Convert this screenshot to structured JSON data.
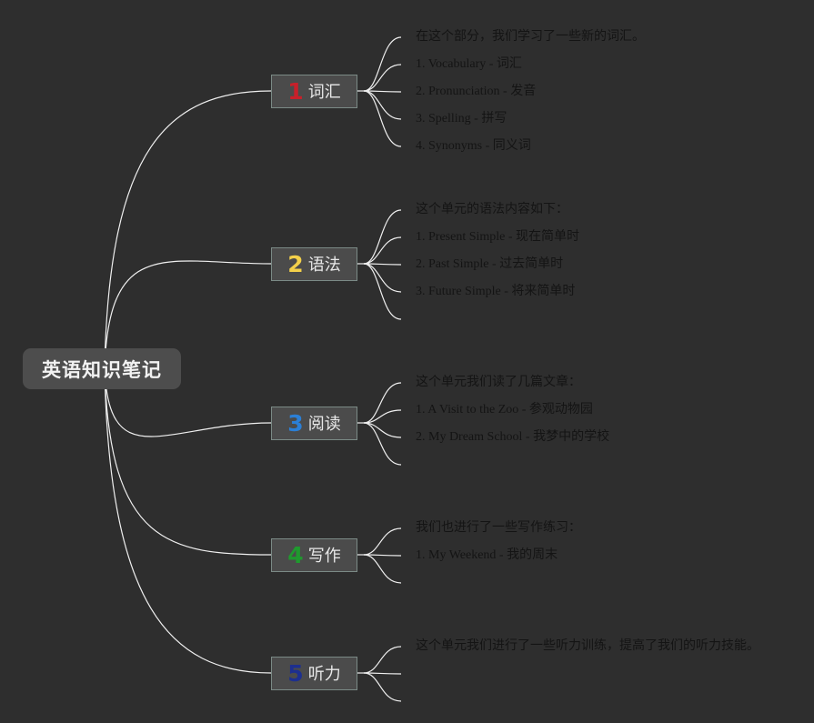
{
  "title": "英语知识笔记",
  "colors": {
    "background": "#2e2e2e",
    "link": "#f0f0f0",
    "node_fill": "#4b4b4b",
    "node_border": "#7b8a86",
    "leaf_text": "#141414"
  },
  "branches": [
    {
      "number": "1",
      "label": "词汇",
      "badge_color": "#c8202a",
      "items": [
        "在这个部分，我们学习了一些新的词汇。",
        "1. Vocabulary - 词汇",
        "2. Pronunciation - 发音",
        "3. Spelling - 拼写",
        "4. Synonyms - 同义词"
      ],
      "empty_slots": 0
    },
    {
      "number": "2",
      "label": "语法",
      "badge_color": "#f3d04a",
      "items": [
        "这个单元的语法内容如下：",
        "1. Present Simple - 现在简单时",
        "2. Past Simple - 过去简单时",
        "3. Future Simple - 将来简单时"
      ],
      "empty_slots": 1
    },
    {
      "number": "3",
      "label": "阅读",
      "badge_color": "#2b7fd6",
      "items": [
        "这个单元我们读了几篇文章：",
        "1. A Visit to the Zoo - 参观动物园",
        "2. My Dream School - 我梦中的学校"
      ],
      "empty_slots": 1
    },
    {
      "number": "4",
      "label": "写作",
      "badge_color": "#1f9a2e",
      "items": [
        "我们也进行了一些写作练习：",
        "1. My Weekend - 我的周末"
      ],
      "empty_slots": 1
    },
    {
      "number": "5",
      "label": "听力",
      "badge_color": "#1d2f8f",
      "items": [
        "这个单元我们进行了一些听力训练，提高了我们的听力技能。"
      ],
      "empty_slots": 2
    }
  ]
}
